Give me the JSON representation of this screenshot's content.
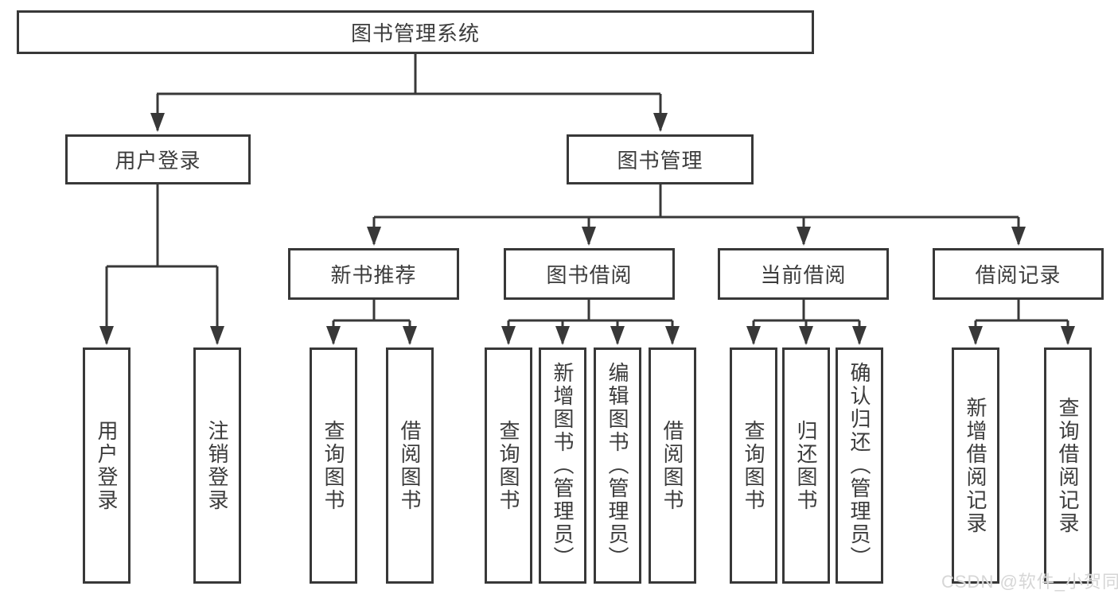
{
  "tree": {
    "root": {
      "label": "图书管理系统"
    },
    "branches": [
      {
        "label": "用户登录",
        "children": [
          {
            "label": "用户登录"
          },
          {
            "label": "注销登录"
          }
        ]
      },
      {
        "label": "图书管理",
        "sections": [
          {
            "label": "新书推荐",
            "children": [
              {
                "label": "查询图书"
              },
              {
                "label": "借阅图书"
              }
            ]
          },
          {
            "label": "图书借阅",
            "children": [
              {
                "label": "查询图书"
              },
              {
                "label": "新增图书（管理员）"
              },
              {
                "label": "编辑图书（管理员）"
              },
              {
                "label": "借阅图书"
              }
            ]
          },
          {
            "label": "当前借阅",
            "children": [
              {
                "label": "查询图书"
              },
              {
                "label": "归还图书"
              },
              {
                "label": "确认归还（管理员）"
              }
            ]
          },
          {
            "label": "借阅记录",
            "children": [
              {
                "label": "新增借阅记录"
              },
              {
                "label": "查询借阅记录"
              }
            ]
          }
        ]
      }
    ]
  },
  "watermark": {
    "text": "CSDN @软件_小贺同学"
  },
  "colors": {
    "line": "#383838",
    "box_border": "#383838",
    "box_bg": "#ffffff",
    "text": "#3c3c3c",
    "watermark": "#d6d6d6",
    "background": "#ffffff"
  }
}
